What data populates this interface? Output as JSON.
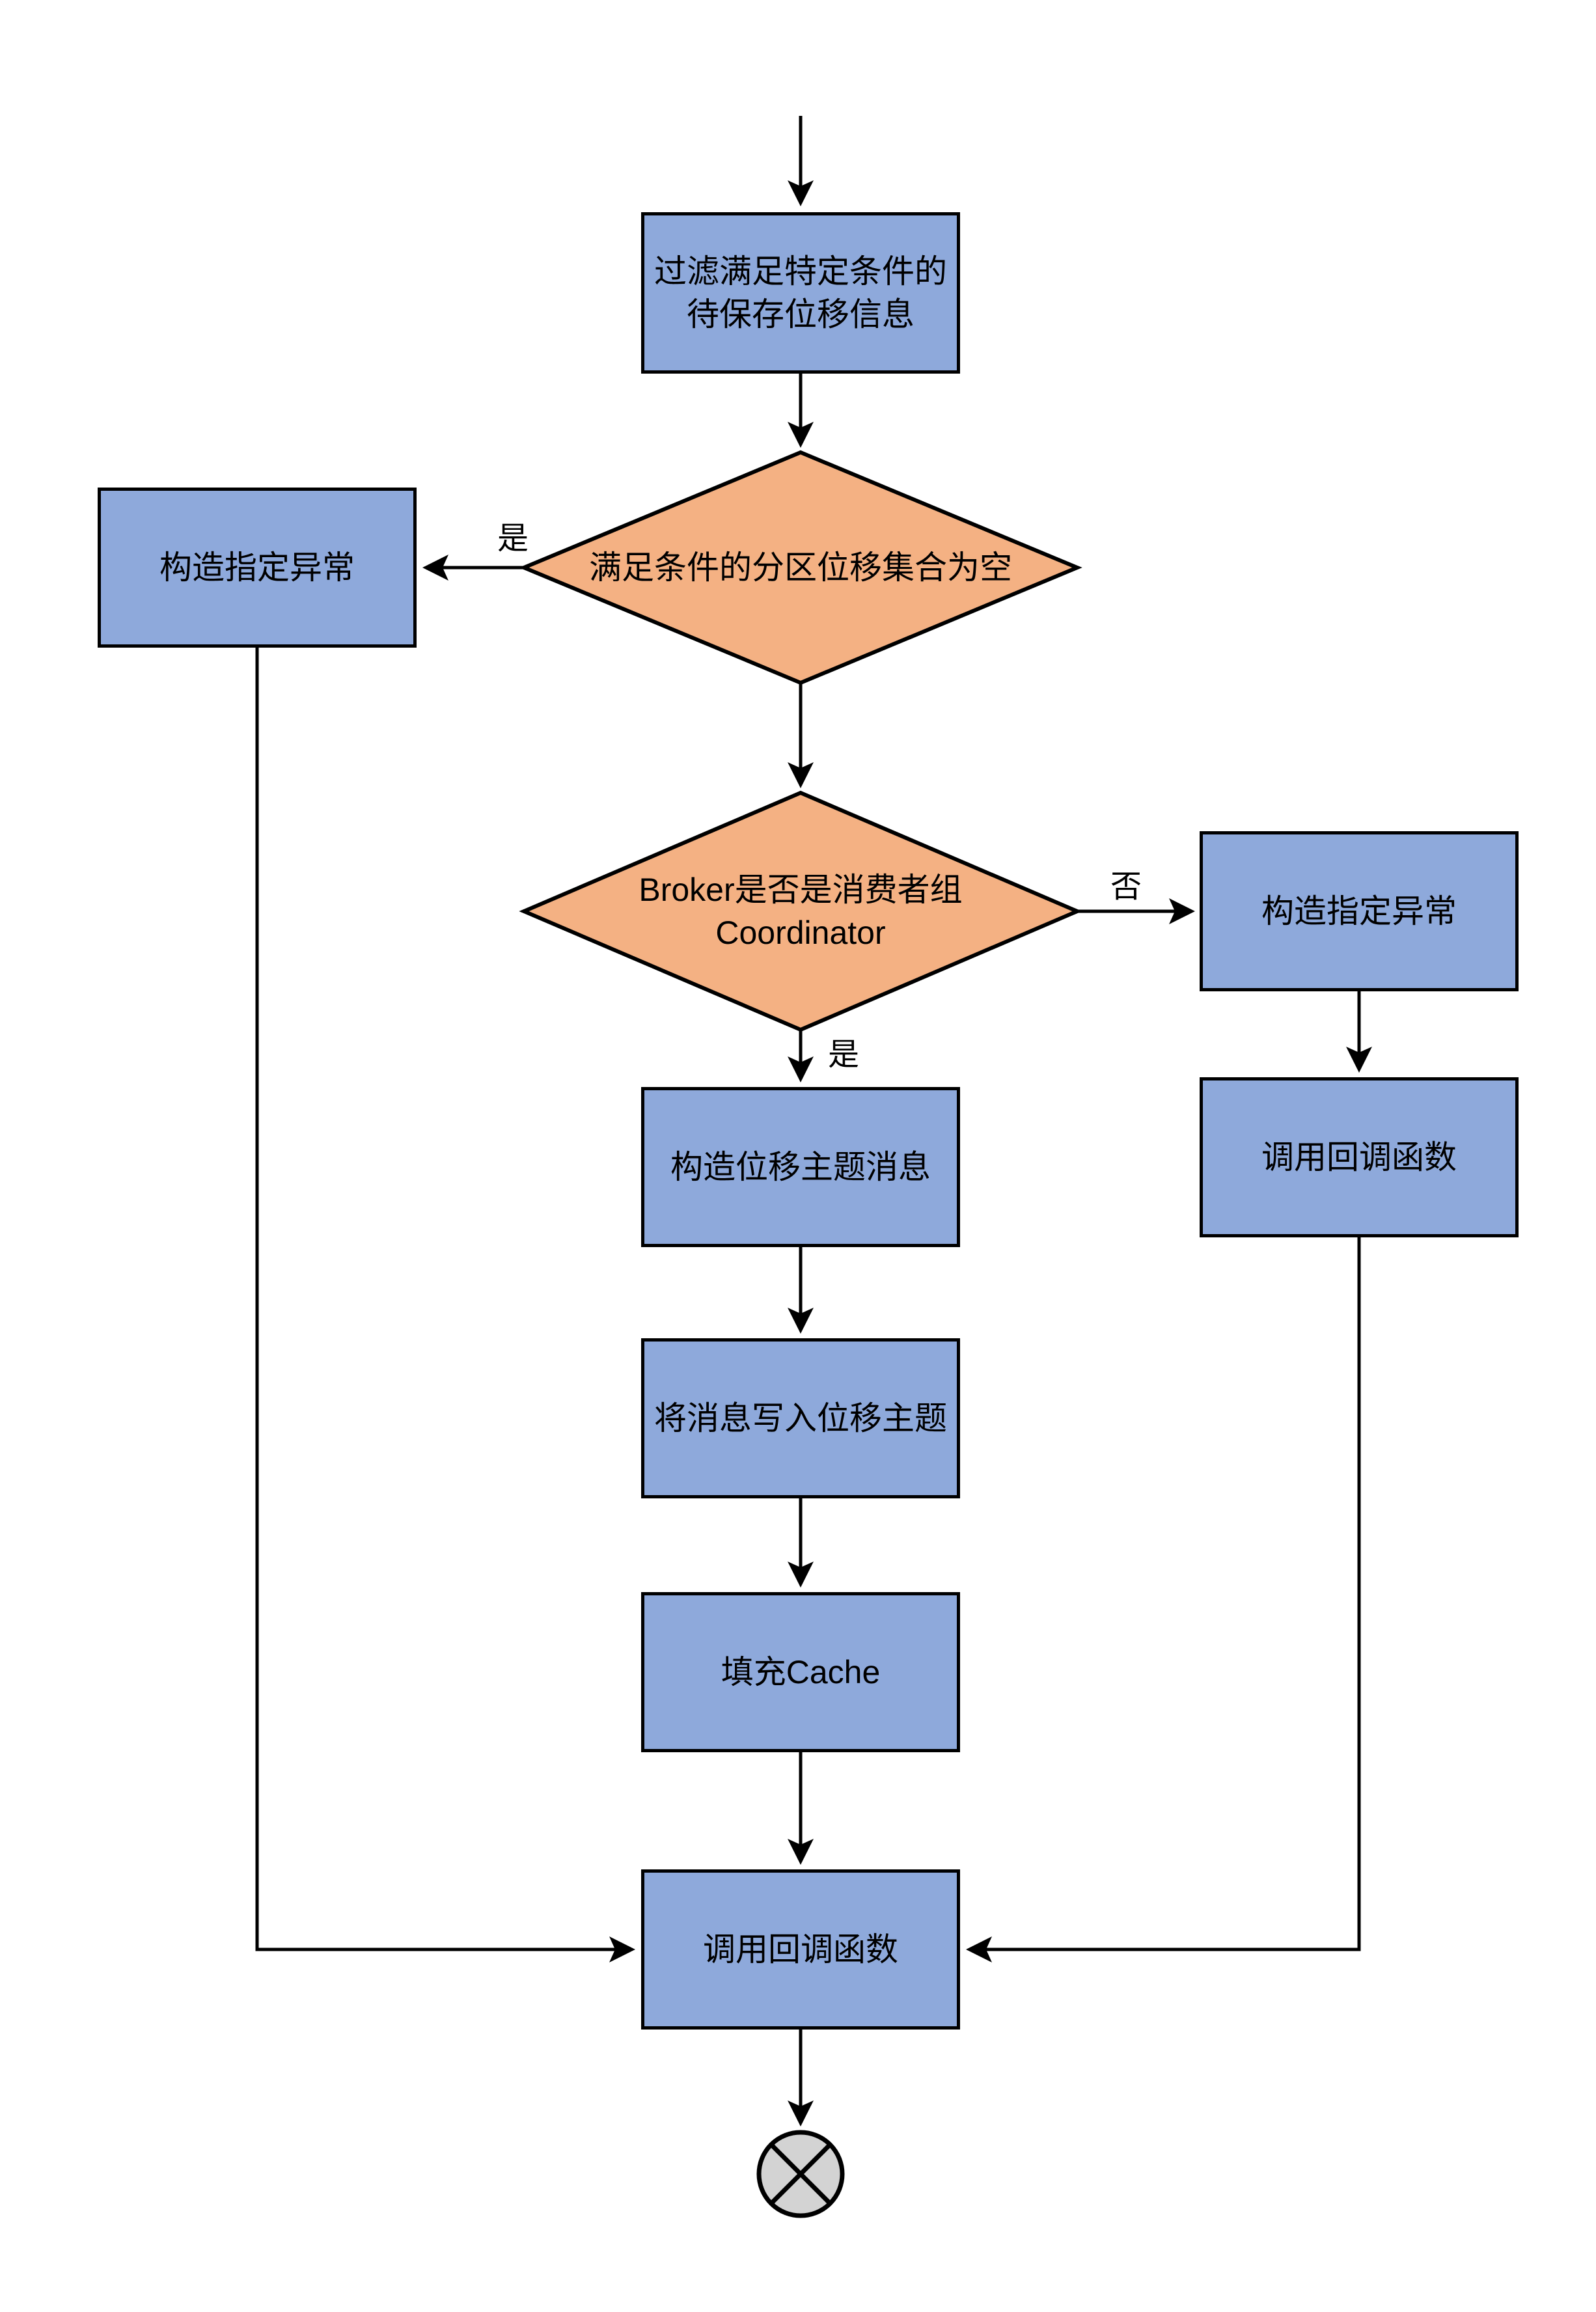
{
  "flowchart": {
    "background_color": "#ffffff",
    "colors": {
      "process_fill": "#8EA9DB",
      "decision_fill": "#F4B183",
      "stroke": "#000000",
      "terminator_fill": "#D3D3D3"
    },
    "nodes": {
      "filter_offsets": {
        "shape": "process",
        "label": "过滤满足特定条件的\n待保存位移信息"
      },
      "check_partition_empty": {
        "shape": "decision",
        "label": "满足条件的分区位移集合为空"
      },
      "left_build_exception": {
        "shape": "process",
        "label": "构造指定异常"
      },
      "check_broker_coordinator": {
        "shape": "decision",
        "label": "Broker是否是消费者组\nCoordinator"
      },
      "right_build_exception": {
        "shape": "process",
        "label": "构造指定异常"
      },
      "right_invoke_callback": {
        "shape": "process",
        "label": "调用回调函数"
      },
      "build_offset_topic_message": {
        "shape": "process",
        "label": "构造位移主题消息"
      },
      "write_message_to_offset_topic": {
        "shape": "process",
        "label": "将消息写入位移主题"
      },
      "fill_cache": {
        "shape": "process",
        "label": "填充Cache"
      },
      "invoke_callback": {
        "shape": "process",
        "label": "调用回调函数"
      }
    },
    "edge_labels": {
      "empty_yes": "是",
      "coordinator_no": "否",
      "coordinator_yes": "是"
    },
    "terminator": {
      "shape": "circle-x"
    }
  }
}
